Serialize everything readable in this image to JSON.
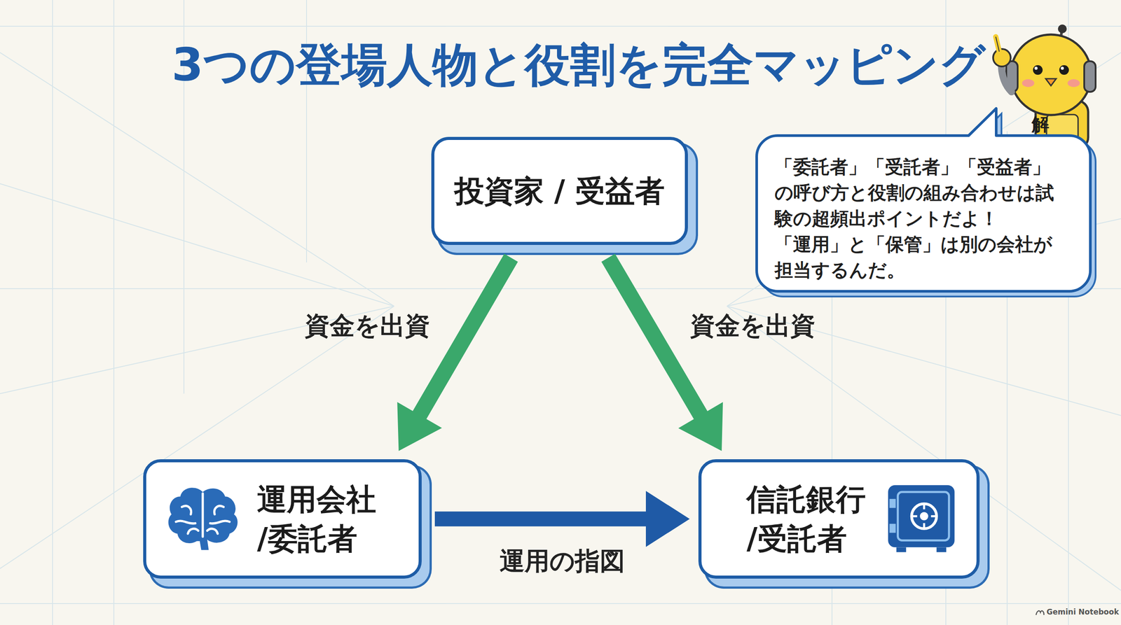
{
  "diagram": {
    "title": "3つの登場人物と役割を完全マッピング",
    "nodes": [
      {
        "text": [
          "投資家 / 受益者"
        ]
      },
      {
        "text": [
          "運用会社 /委託者"
        ]
      },
      {
        "text": [
          "信託銀行 /受託者"
        ]
      },
      {
        "text": [
          "「委託者」「受託者」「受益者」の呼び方と役割の組み合わせは試験の超頻出ポイントだよ！",
          "「運用」と「保管」は別の会社が担当するんだ。"
        ]
      }
    ],
    "edges": [
      {
        "from": 0,
        "to": 1,
        "label": "資金を出資",
        "arrow": "to"
      },
      {
        "from": 0,
        "to": 2,
        "label": "資金を出資",
        "arrow": "to"
      },
      {
        "from": 1,
        "to": 2,
        "label": "運用の指図",
        "arrow": "to"
      }
    ],
    "labels": [
      "解",
      "Gemini Notebook"
    ]
  }
}
